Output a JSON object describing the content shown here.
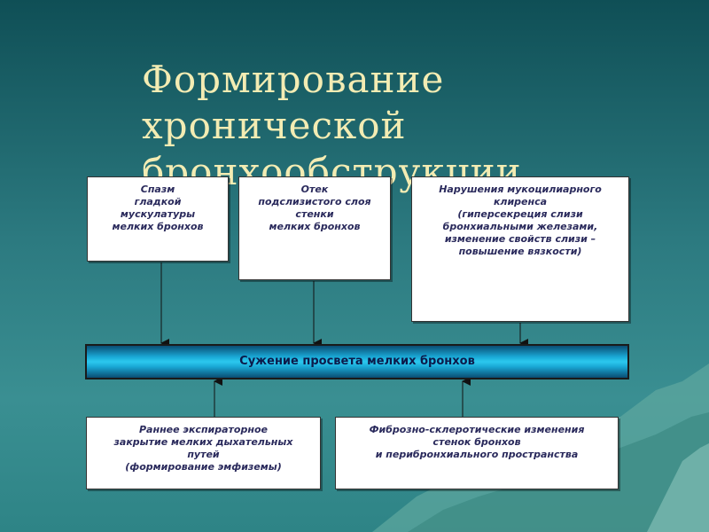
{
  "title": {
    "line1": "Формирование",
    "line2": "хронической",
    "line3": "бронхообструкции"
  },
  "causes": [
    {
      "lines": [
        "Спазм",
        "гладкой",
        "мускулатуры",
        "мелких бронхов"
      ]
    },
    {
      "lines": [
        "Отек",
        "подслизистого слоя",
        "стенки",
        "мелких бронхов"
      ]
    },
    {
      "lines": [
        "Нарушения мукоцилиарного",
        "клиренса",
        "(гиперсекреция слизи",
        "бронхиальными железами,",
        "изменение свойств слизи –",
        "повышение вязкости)"
      ]
    }
  ],
  "center": {
    "label": "Сужение просвета мелких бронхов"
  },
  "effects": [
    {
      "lines": [
        "Раннее экспираторное",
        "закрытие мелких дыхательных",
        "путей",
        "(формирование эмфиземы)"
      ]
    },
    {
      "lines": [
        "Фиброзно-склеротические изменения",
        "стенок бронхов",
        "и перибронхиального пространства"
      ]
    }
  ],
  "colors": {
    "background": "#2c7a80",
    "title": "#f3ecb3",
    "box_text": "#2a2a5c",
    "bar": "#1aa9d6"
  }
}
